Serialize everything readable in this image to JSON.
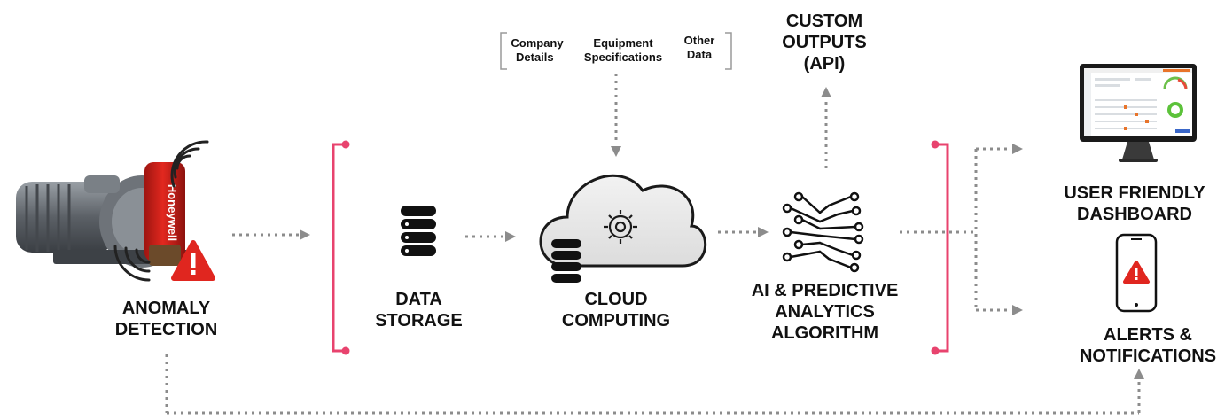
{
  "nodes": {
    "anomaly": {
      "line1": "ANOMALY",
      "line2": "DETECTION",
      "sensor_brand": "Honeywell"
    },
    "storage": {
      "line1": "DATA",
      "line2": "STORAGE"
    },
    "cloud": {
      "line1": "CLOUD",
      "line2": "COMPUTING"
    },
    "ai": {
      "line1": "AI & PREDICTIVE",
      "line2": "ANALYTICS",
      "line3": "ALGORITHM"
    },
    "custom": {
      "line1": "CUSTOM",
      "line2": "OUTPUTS",
      "line3": "(API)"
    },
    "dashboard": {
      "line1": "USER FRIENDLY",
      "line2": "DASHBOARD"
    },
    "alerts": {
      "line1": "ALERTS &",
      "line2": "NOTIFICATIONS"
    }
  },
  "inputs": {
    "company": {
      "line1": "Company",
      "line2": "Details"
    },
    "equipment": {
      "line1": "Equipment",
      "line2": "Specifications"
    },
    "other": {
      "line1": "Other",
      "line2": "Data"
    }
  },
  "colors": {
    "bracket": "#e8436e",
    "arrow": "#8c8c8c",
    "warning": "#e0261f",
    "sensor": "#d8231d"
  }
}
